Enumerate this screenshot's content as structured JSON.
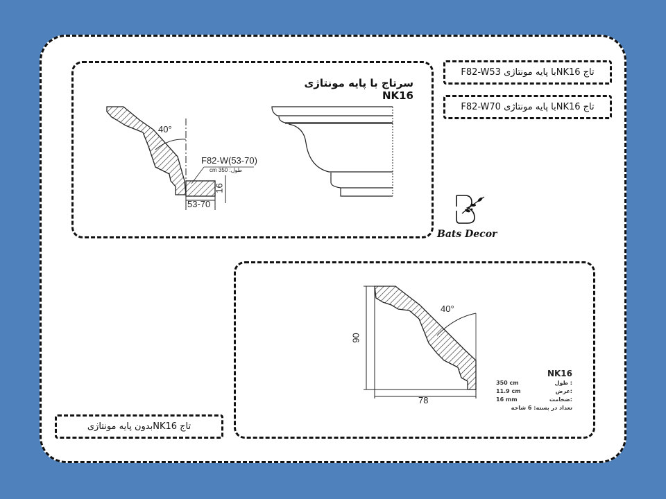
{
  "labels": {
    "w53": "تاج NK16با پایه مونتاژی F82-W53",
    "w70": "تاج NK16با پایه مونتاژی F82-W70",
    "no_base": "تاج NK16بدون پایه مونتاژی"
  },
  "panel_top": {
    "title": "سرتاج با پایه مونتاژی NK16",
    "angle": "40°",
    "base_model": "F82-W(53-70)",
    "length_note": "طول: 350 cm",
    "height_dim": "16",
    "width_dim": "53-70"
  },
  "panel_bottom": {
    "angle": "40°",
    "height_dim": "90",
    "width_dim": "78",
    "model": "NK16",
    "specs": [
      {
        "label": "طول :",
        "value": "350 cm"
      },
      {
        "label": "عرض:",
        "value": "11.9 cm"
      },
      {
        "label": "ضخامت:",
        "value": "16 mm"
      },
      {
        "label": "تعداد در بسته: 6 شاخه",
        "value": ""
      }
    ]
  },
  "logo": {
    "text": "Bats Decor"
  },
  "colors": {
    "background": "#4f81bd"
  }
}
